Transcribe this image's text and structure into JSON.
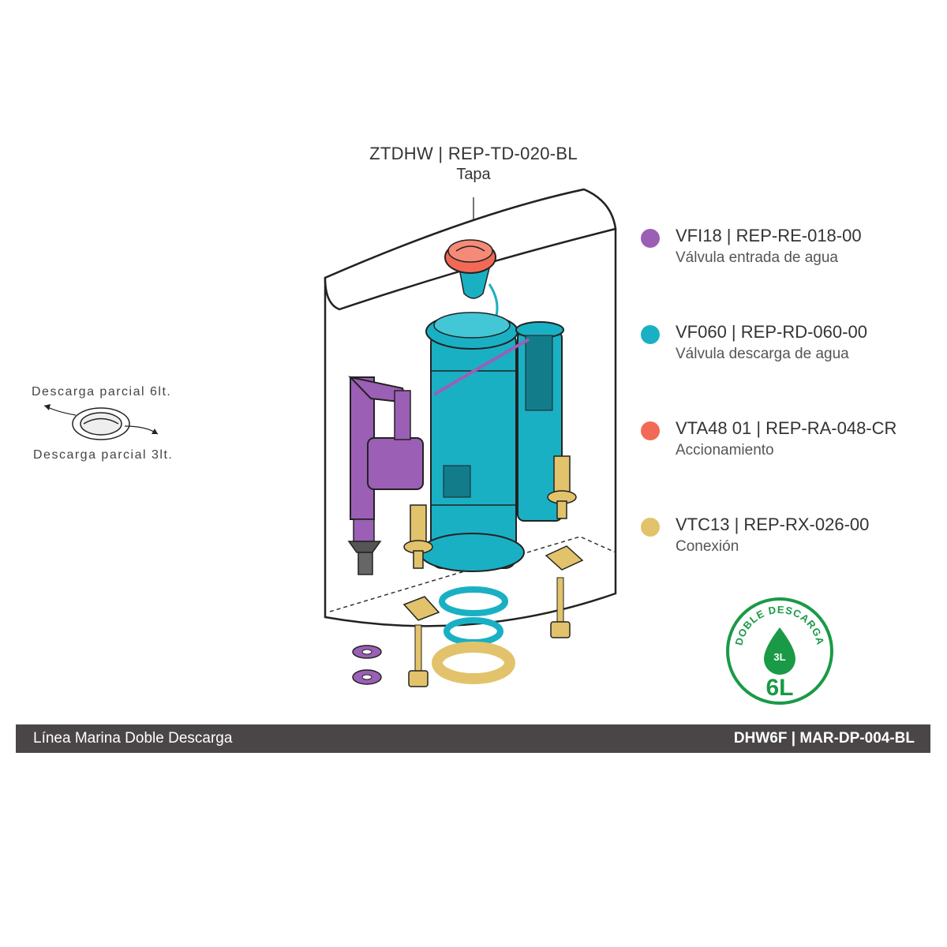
{
  "top_part": {
    "code": "ZTDHW | REP-TD-020-BL",
    "name": "Tapa"
  },
  "legend": [
    {
      "code": "VFI18 | REP-RE-018-00",
      "name": "Válvula entrada de agua",
      "color": "#9b5fb5"
    },
    {
      "code": "VF060 | REP-RD-060-00",
      "name": "Válvula descarga de agua",
      "color": "#1ab0c4"
    },
    {
      "code": "VTA48 01 | REP-RA-048-CR",
      "name": "Accionamiento",
      "color": "#f26a55"
    },
    {
      "code": "VTC13 | REP-RX-026-00",
      "name": "Conexión",
      "color": "#e2c36b"
    }
  ],
  "flush_button": {
    "top_label": "Descarga parcial 6lt.",
    "bottom_label": "Descarga parcial 3lt."
  },
  "badge": {
    "arc_text": "DOBLE DESCARGA",
    "small": "3L",
    "big": "6L",
    "color": "#1a9a46"
  },
  "footer": {
    "line": "Línea Marina Doble Descarga",
    "model": "DHW6F | MAR-DP-004-BL"
  }
}
